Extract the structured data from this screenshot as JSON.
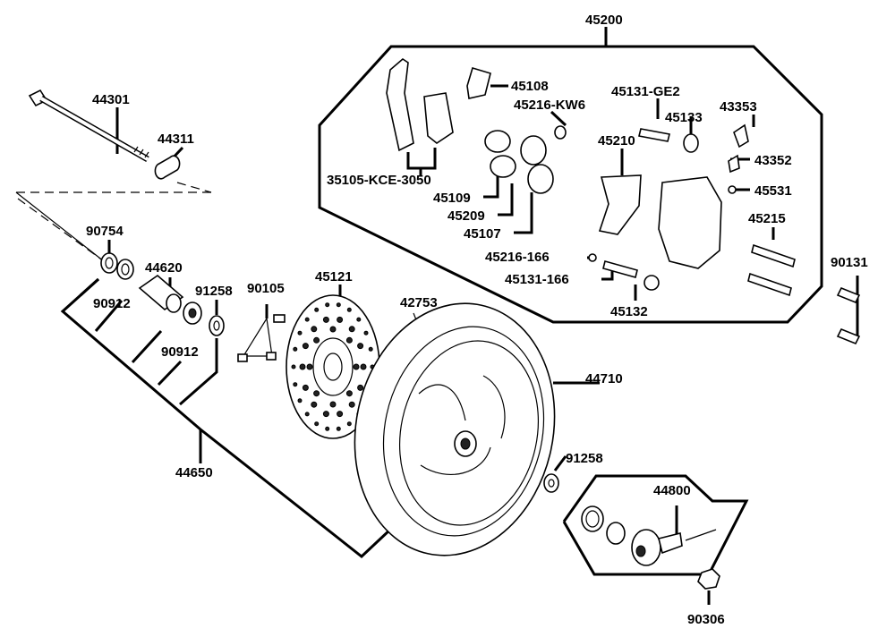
{
  "labels": {
    "p45200": "45200",
    "p44301": "44301",
    "p44311": "44311",
    "p45108": "45108",
    "p45131ge2": "45131-GE2",
    "p43353": "43353",
    "p45216kw6": "45216-KW6",
    "p45133": "45133",
    "p45210": "45210",
    "p43352": "43352",
    "p35105": "35105-KCE-3050",
    "p45109": "45109",
    "p45531": "45531",
    "p45209": "45209",
    "p45107": "45107",
    "p45215": "45215",
    "p90754": "90754",
    "p44620": "44620",
    "p45216_166": "45216-166",
    "p90131": "90131",
    "p45121": "45121",
    "p91258a": "91258",
    "p90105": "90105",
    "p45131_166": "45131-166",
    "p90912a": "90912",
    "p42753": "42753",
    "p45132": "45132",
    "p90912b": "90912",
    "p44710": "44710",
    "p91258b": "91258",
    "p44650": "44650",
    "p44800": "44800",
    "p90306": "90306"
  }
}
